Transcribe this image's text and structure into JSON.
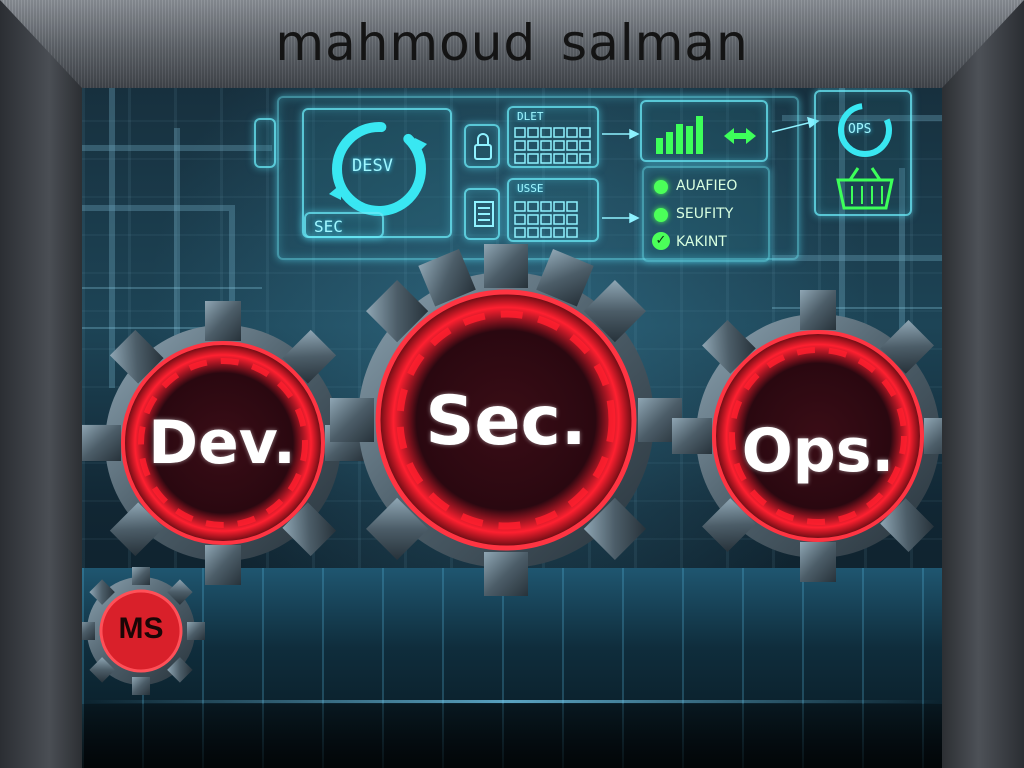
{
  "banner": {
    "text": "mahmoud  salman"
  },
  "dashboard": {
    "cycle_label": "DESV",
    "sec_tag": "SEC",
    "grid_top_label": "DLET",
    "grid_bottom_label": "USSE",
    "ops_label": "OPS",
    "status_items": [
      {
        "label": "AUAFIEO"
      },
      {
        "label": "SEUFITY"
      },
      {
        "label": "KAKINT"
      }
    ]
  },
  "gears": {
    "dev": "Dev.",
    "sec": "Sec.",
    "ops": "Ops.",
    "ms": "MS"
  },
  "colors": {
    "accent_red": "#ff2030",
    "holo_cyan": "#6ff0ff",
    "status_green": "#4bff59"
  }
}
